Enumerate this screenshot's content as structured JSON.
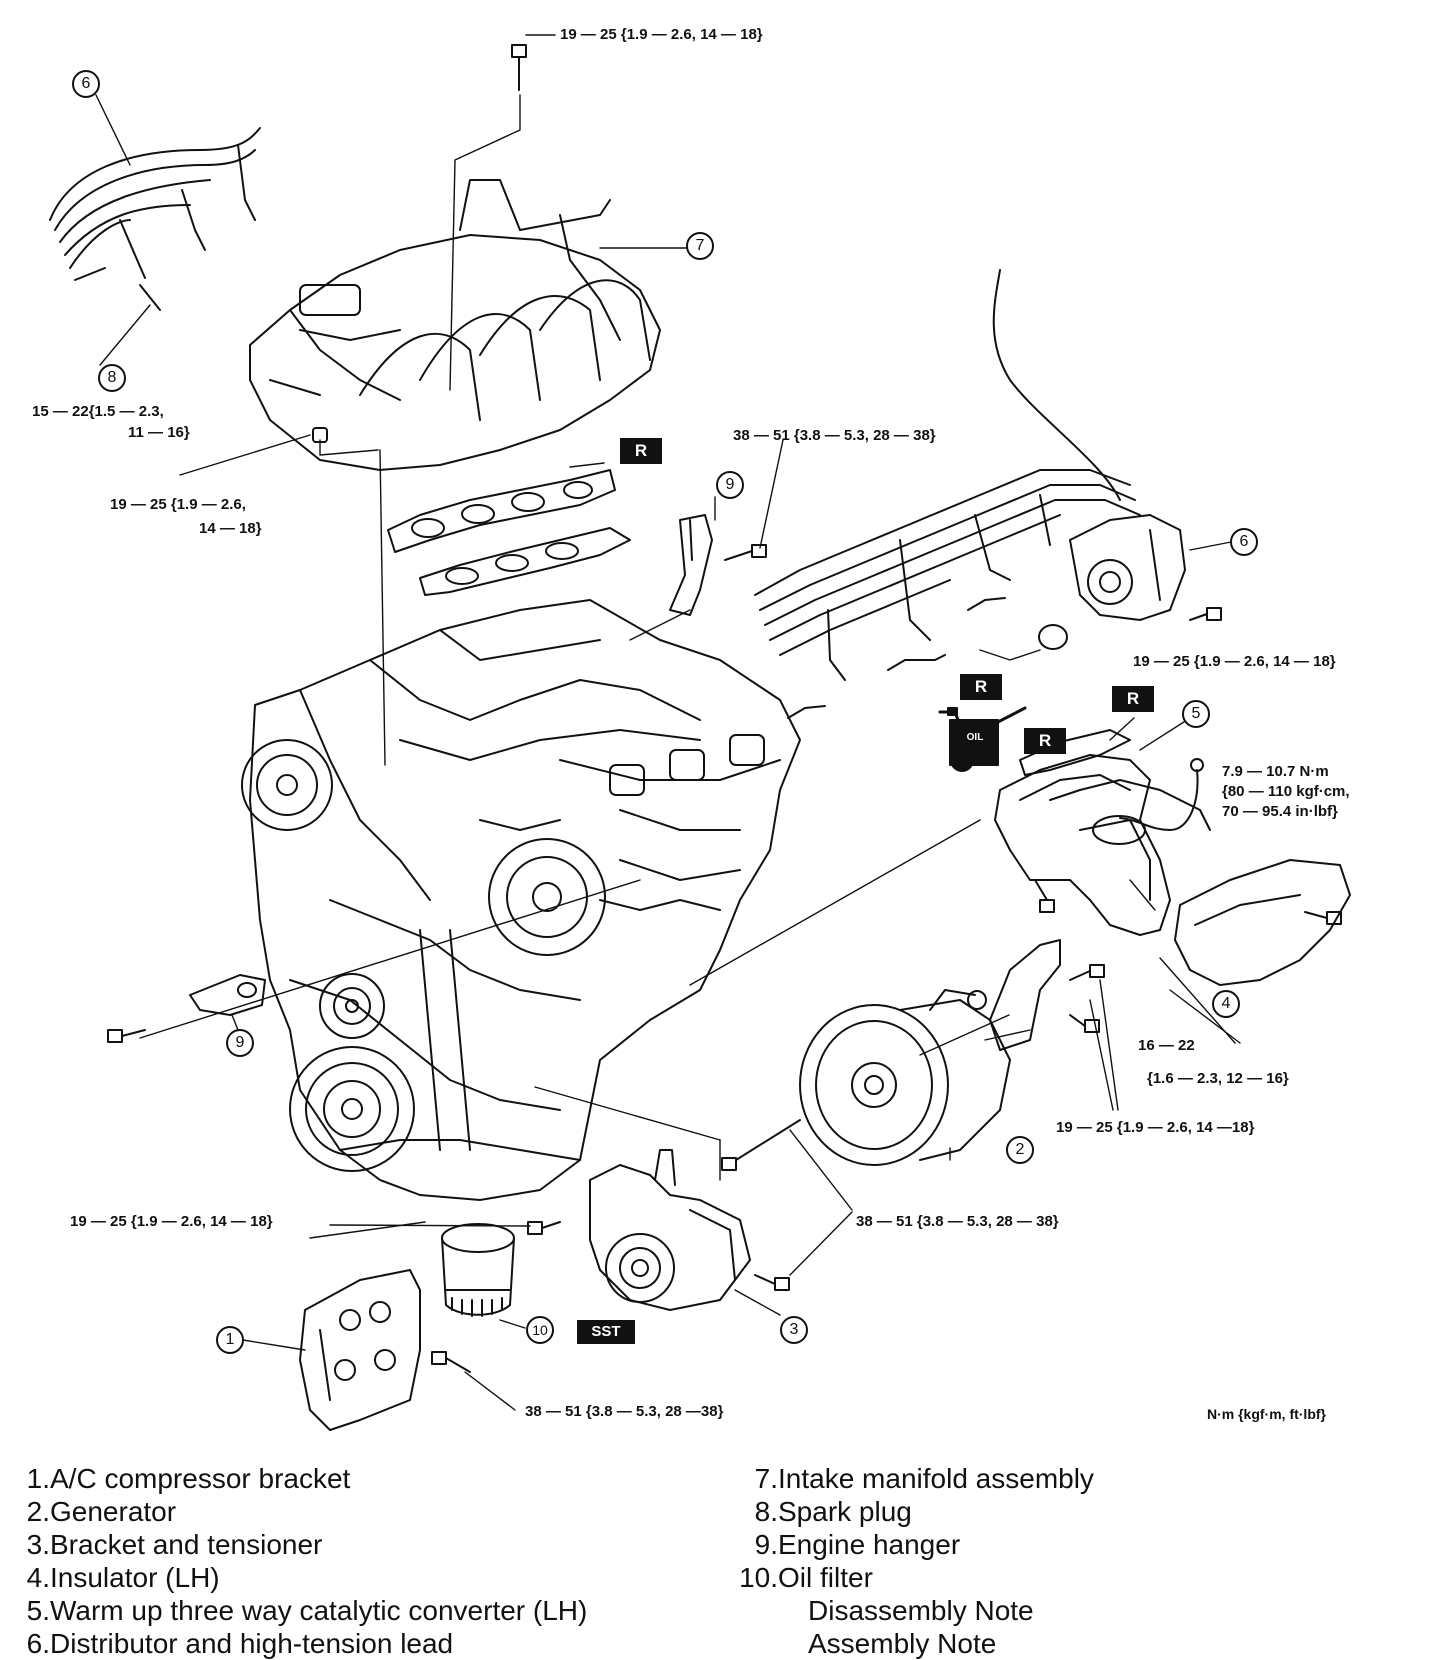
{
  "torque_labels": {
    "t_top": "19 — 25 {1.9 — 2.6, 14 — 18}",
    "t_spark_1": "15 — 22{1.5 — 2.3,",
    "t_spark_2": "11 — 16}",
    "t_manifold_1": "19 — 25 {1.9 — 2.6,",
    "t_manifold_2": "14 — 18}",
    "t_hanger": "38 — 51 {3.8 — 5.3, 28 — 38}",
    "t_distributor": "19 — 25 {1.9 — 2.6, 14 — 18}",
    "t_sensor_1": "7.9 — 10.7 N·m",
    "t_sensor_2": "{80 — 110 kgf·cm,",
    "t_sensor_3": "70 — 95.4 in·lbf}",
    "t_cat_1": "16 — 22",
    "t_cat_2": "{1.6 — 2.3, 12 — 16}",
    "t_generator": "19 — 25 {1.9 — 2.6, 14 —18}",
    "t_left_hanger": "19 — 25 {1.9 — 2.6, 14 — 18}",
    "t_tensioner": "38 — 51 {3.8 — 5.3, 28 — 38}",
    "t_ac": "38 — 51 {3.8 — 5.3, 28 —38}"
  },
  "callouts": {
    "c6a": "6",
    "c7": "7",
    "c8": "8",
    "c9a": "9",
    "c6b": "6",
    "c5": "5",
    "c4": "4",
    "c9b": "9",
    "c2": "2",
    "c3": "3",
    "c1": "1",
    "c10": "10"
  },
  "badges": {
    "r1": "R",
    "r2": "R",
    "r3": "R",
    "r4": "R",
    "sst": "SST",
    "oil": "OIL"
  },
  "units": "N·m {kgf·m, ft·lbf}",
  "legend_left": [
    {
      "num": "1.",
      "label": "A/C compressor bracket"
    },
    {
      "num": "2.",
      "label": "Generator"
    },
    {
      "num": "3.",
      "label": "Bracket and tensioner"
    },
    {
      "num": "4.",
      "label": "Insulator (LH)"
    },
    {
      "num": "5.",
      "label": "Warm up three way catalytic converter (LH)"
    },
    {
      "num": "6.",
      "label": "Distributor and high-tension lead"
    }
  ],
  "legend_right": [
    {
      "num": "7.",
      "label": "Intake manifold assembly"
    },
    {
      "num": "8.",
      "label": "Spark plug"
    },
    {
      "num": "9.",
      "label": "Engine hanger"
    },
    {
      "num": "10.",
      "label": "Oil filter"
    }
  ],
  "notes": [
    "Disassembly Note",
    "Assembly Note"
  ]
}
